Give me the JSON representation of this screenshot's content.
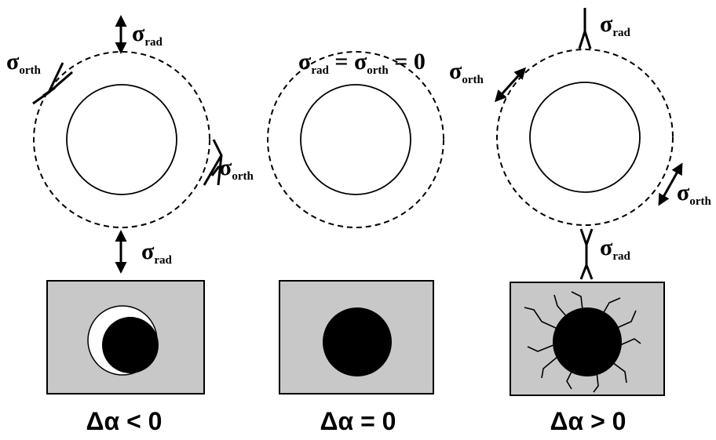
{
  "symbols": {
    "sigma": "σ",
    "rad": "rad",
    "orth": "orth",
    "equals_zero_tail": " = 0",
    "equals": " = "
  },
  "panels": [
    {
      "caption": "Δα < 0"
    },
    {
      "caption": "Δα = 0"
    },
    {
      "caption": "Δα > 0"
    }
  ],
  "colors": {
    "stroke": "#000000",
    "matrix_fill": "#c8c8c8",
    "inclusion_fill": "#000000",
    "gap_fill": "#ffffff"
  }
}
